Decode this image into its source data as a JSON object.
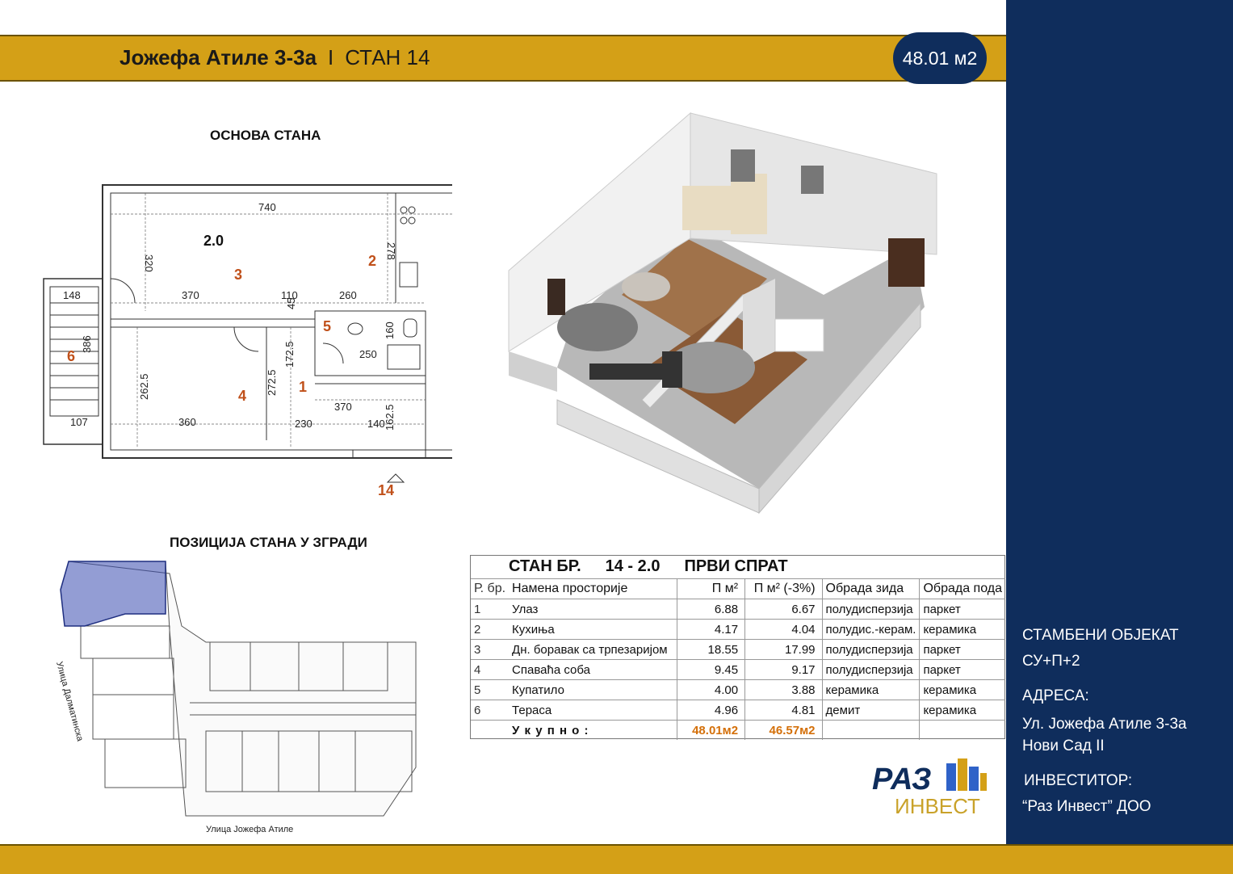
{
  "header": {
    "address_title": "Јожефа Атиле 3-3а",
    "separator": "I",
    "unit_title": "СТАН 14",
    "area_badge": "48.01 м2"
  },
  "floorplan": {
    "heading": "ОСНОВА СТАНА",
    "unit_label": "2.0",
    "dimensions": [
      "740",
      "320",
      "278",
      "148",
      "370",
      "110",
      "260",
      "45",
      "250",
      "160",
      "386",
      "262.5",
      "172.5",
      "272.5",
      "370",
      "107",
      "360",
      "230",
      "140",
      "162.5"
    ],
    "room_numbers": [
      "1",
      "2",
      "3",
      "4",
      "5",
      "6"
    ],
    "marker": "14"
  },
  "position": {
    "heading": "ПОЗИЦИЈА СТАНА У ЗГРАДИ",
    "street_left": "Улица Далматинска",
    "street_bottom": "Улица Јожефа Атиле"
  },
  "table": {
    "title_unit": "СТАН БР.",
    "title_number": "14 - 2.0",
    "title_floor": "ПРВИ СПРАТ",
    "headers": [
      "Р. бр.",
      "Намена просторије",
      "П м²",
      "П  м² (-3%)",
      "Обрада зида",
      "Обрада пода"
    ],
    "rows": [
      [
        "1",
        "Улаз",
        "6.88",
        "6.67",
        "полудисперзија",
        "паркет"
      ],
      [
        "2",
        "Кухиња",
        "4.17",
        "4.04",
        "полудис.-керам.",
        "керамика"
      ],
      [
        "3",
        "Дн. боравак са трпезаријом",
        "18.55",
        "17.99",
        "полудисперзија",
        "паркет"
      ],
      [
        "4",
        "Спаваћа соба",
        "9.45",
        "9.17",
        "полудисперзија",
        "паркет"
      ],
      [
        "5",
        "Купатило",
        "4.00",
        "3.88",
        "керамика",
        "керамика"
      ],
      [
        "6",
        "Тераса",
        "4.96",
        "4.81",
        "демит",
        "керамика"
      ]
    ],
    "total_label": "У к у п н о :",
    "total_area": "48.01м2",
    "total_area_reduced": "46.57м2"
  },
  "logo": {
    "word1": "РАЗ",
    "word2": "ИНВЕСТ"
  },
  "sidebar": {
    "object_label": "СТАМБЕНИ ОБЈЕКАТ",
    "object_value": "СУ+П+2",
    "address_label": "АДРЕСА:",
    "address_line1": "Ул. Јожефа Атиле 3-3а",
    "address_line2": "Нови Сад II",
    "investor_label": "ИНВЕСТИТОР:",
    "investor_value": "“Раз Инвест” ДОО"
  },
  "colors": {
    "gold": "#d4a017",
    "navy": "#0f2d5c",
    "orange_numbers": "#c0501a"
  }
}
